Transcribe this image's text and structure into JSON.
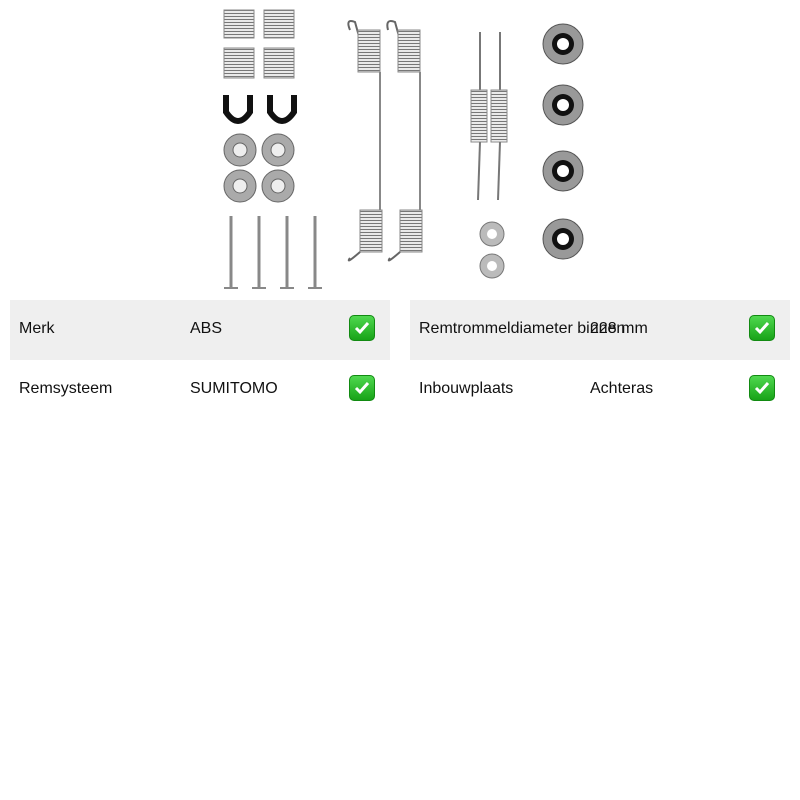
{
  "product_image": {
    "icon": "brake-shoe-fitting-kit-image"
  },
  "left_table": {
    "rows": [
      {
        "label": "Merk",
        "value": "ABS",
        "status_icon": "check-mark-button-icon"
      },
      {
        "label": "Remsysteem",
        "value": "SUMITOMO",
        "status_icon": "check-mark-button-icon"
      }
    ]
  },
  "right_table": {
    "rows": [
      {
        "label": "Remtrommeldiameter binnen",
        "value": "228 mm",
        "status_icon": "check-mark-button-icon"
      },
      {
        "label": "Inbouwplaats",
        "value": "Achteras",
        "status_icon": "check-mark-button-icon"
      }
    ]
  },
  "colors": {
    "row_shade": "#efefef",
    "check_green": "#22b022"
  }
}
